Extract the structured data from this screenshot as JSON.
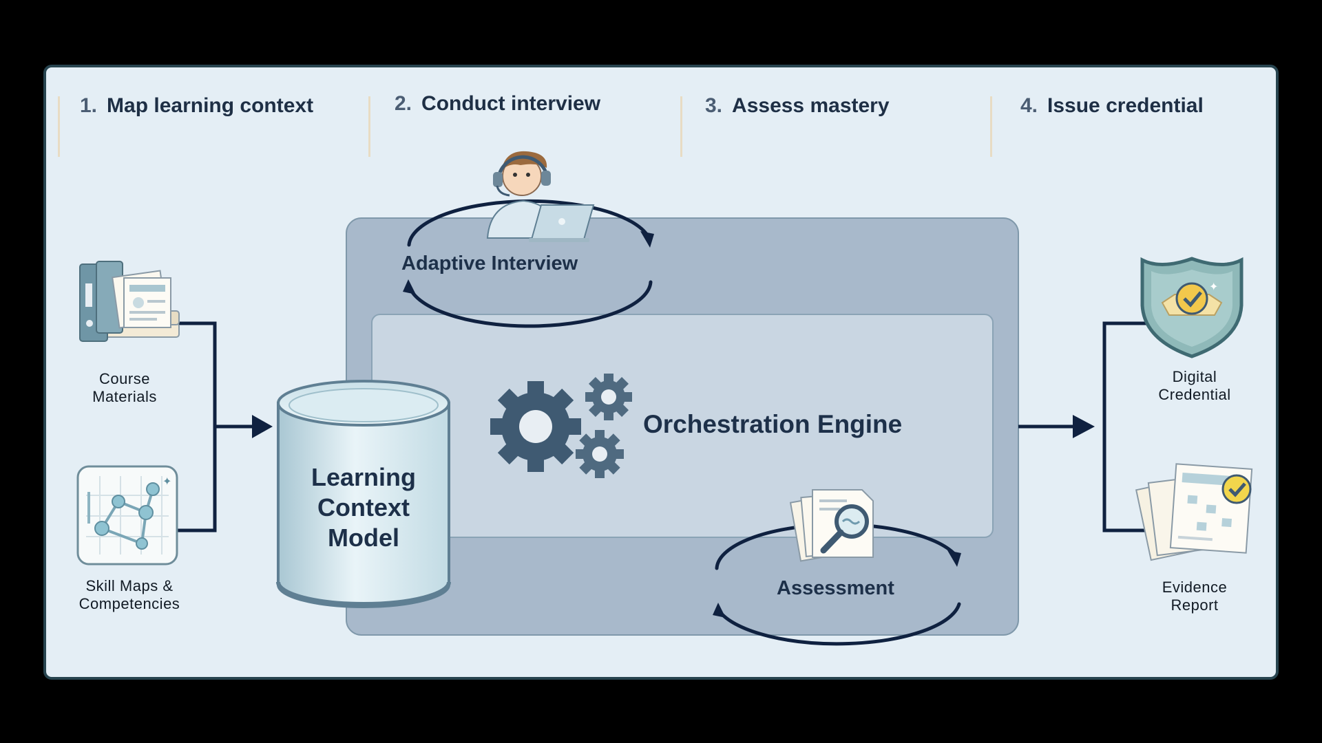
{
  "steps": [
    {
      "num": "1.",
      "label": "Map learning context"
    },
    {
      "num": "2.",
      "label": "Conduct interview"
    },
    {
      "num": "3.",
      "label": "Assess mastery"
    },
    {
      "num": "4.",
      "label": "Issue credential"
    }
  ],
  "inputs": {
    "course_materials": {
      "line1": "Course",
      "line2": "Materials"
    },
    "skill_maps": {
      "line1": "Skill Maps &",
      "line2": "Competencies"
    }
  },
  "store": {
    "line1": "Learning",
    "line2": "Context",
    "line3": "Model"
  },
  "loops": {
    "interview": "Adaptive Interview",
    "assessment": "Assessment"
  },
  "engine": "Orchestration Engine",
  "outputs": {
    "credential": {
      "line1": "Digital",
      "line2": "Credential"
    },
    "report": {
      "line1": "Evidence",
      "line2": "Report"
    }
  },
  "colors": {
    "panel_bg": "#e4eef5",
    "panel_border": "#27444f",
    "outer_box": "#a8b9cb",
    "inner_box": "#c9d6e2",
    "connector": "#0f2140",
    "gear": "#3f5a72",
    "text_dark": "#1d3049"
  },
  "icons": [
    "binder-documents-icon",
    "skill-graph-icon",
    "database-cylinder-icon",
    "agent-with-laptop-icon",
    "gears-icon",
    "magnifier-documents-icon",
    "shield-badge-icon",
    "report-check-icon"
  ]
}
